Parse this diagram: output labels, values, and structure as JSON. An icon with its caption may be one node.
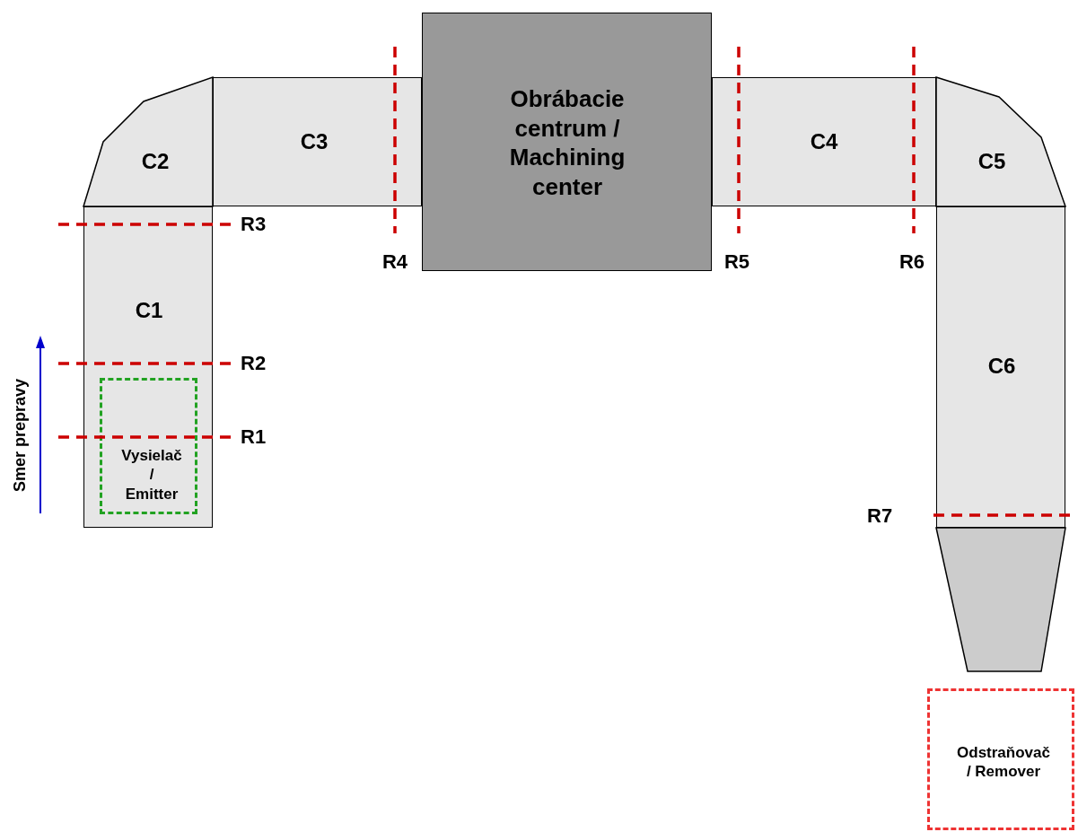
{
  "diagram": {
    "nodes": [
      {
        "text": [
          "C1"
        ]
      },
      {
        "text": [
          "C2"
        ]
      },
      {
        "text": [
          "C3"
        ]
      },
      {
        "text": [
          "Obrábacie centrum / Machining center"
        ]
      },
      {
        "text": [
          "C4"
        ]
      },
      {
        "text": [
          "C5"
        ]
      },
      {
        "text": [
          "C6"
        ]
      },
      {
        "text": [
          "Vysielač / Emitter"
        ],
        "in": 0
      },
      {
        "text": [],
        "shape": "trapezoid"
      },
      {
        "text": [
          "Odstraňovač / Remover"
        ]
      }
    ],
    "edges": [],
    "labels": [
      "R3",
      "R4",
      "R5",
      "R6",
      "R2",
      "R1",
      "R7",
      "Smer prepravy"
    ]
  }
}
